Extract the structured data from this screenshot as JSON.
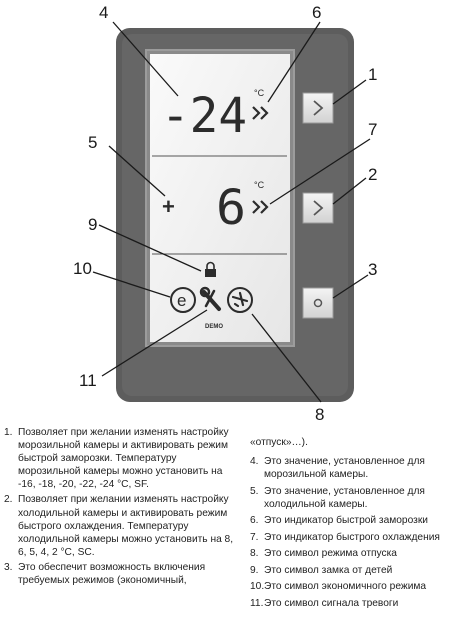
{
  "display": {
    "freezer_value": "-24",
    "fridge_sign": "+",
    "fridge_value": "6",
    "unit_top": "°C",
    "unit_bottom": "°C",
    "demo_label": "DEMO"
  },
  "callouts": [
    "1",
    "2",
    "3",
    "4",
    "5",
    "6",
    "7",
    "8",
    "9",
    "10",
    "11"
  ],
  "notes_left": [
    {
      "num": "1.",
      "text": "Позволяет при желании изменять настройку морозильной камеры и активировать режим быстрой заморозки. Температуру морозильной камеры можно установить на -16, -18, -20, -22, -24 °C, SF."
    },
    {
      "num": "2.",
      "text": "Позволяет при желании изменять настройку холодильной камеры и активировать режим быстрого охлаждения. Температуру холодильной камеры можно установить на 8, 6, 5, 4, 2 °C, SC."
    },
    {
      "num": "3.",
      "text": "Это обеспечит возможность включения требуемых режимов (экономичный,"
    }
  ],
  "notes_right_continuation": "«отпуск»…).",
  "notes_right": [
    {
      "num": "4.",
      "text": "Это значение, установленное для морозильной камеры."
    },
    {
      "num": "5.",
      "text": "Это значение, установленное для холодильной камеры."
    },
    {
      "num": "6.",
      "text": "Это индикатор быстрой заморозки"
    },
    {
      "num": "7.",
      "text": "Это индикатор быстрого охлаждения"
    },
    {
      "num": "8.",
      "text": "Это символ режима отпуска"
    },
    {
      "num": "9.",
      "text": "Это символ замка от детей"
    },
    {
      "num": "10.",
      "text": "Это символ экономичного режима"
    },
    {
      "num": "11.",
      "text": "Это символ сигнала тревоги"
    }
  ],
  "colors": {
    "panel": "#5d5d5d",
    "bezel": "#7a7a7a",
    "lcd": "#f2f2f2",
    "segment": "#2c2c2c",
    "button": "#e8e8e8",
    "button_icon": "#555555",
    "text": "#222222"
  }
}
